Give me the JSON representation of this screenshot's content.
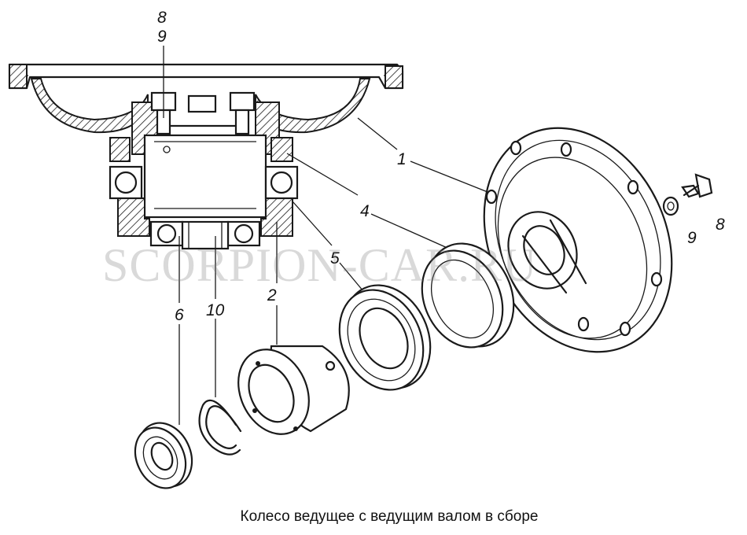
{
  "labels": {
    "l8_top": "8",
    "l9_top": "9",
    "l1": "1",
    "l4": "4",
    "l5": "5",
    "l2": "2",
    "l6": "6",
    "l10": "10",
    "l9_right": "9",
    "l8_right": "8"
  },
  "watermark": "SCORPION-CAR.RU",
  "caption": "Колесо ведущее с ведущим валом в сборе"
}
